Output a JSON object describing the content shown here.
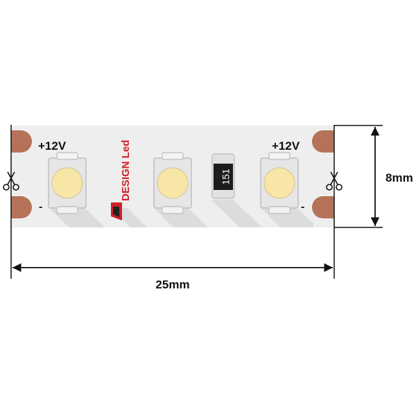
{
  "labels": {
    "positive_left": "+12V",
    "positive_right": "+12V",
    "negative_left": "-",
    "negative_right": "-",
    "resistor_code": "151",
    "width_dimension": "25mm",
    "height_dimension": "8mm",
    "logo_text": "DESIGN Led"
  },
  "colors": {
    "strip": "#eeeeee",
    "shadow": "#d9d9d9",
    "pad": "#b57259",
    "led_body": "#e9e9e9",
    "led_chip": "#f7e6a6",
    "resistor": "#1c1c1c",
    "logo_red": "#d0202a",
    "line": "#111111"
  },
  "icons": {
    "cut_mark": "scissors-icon",
    "dimension_arrow": "arrow-icon"
  }
}
